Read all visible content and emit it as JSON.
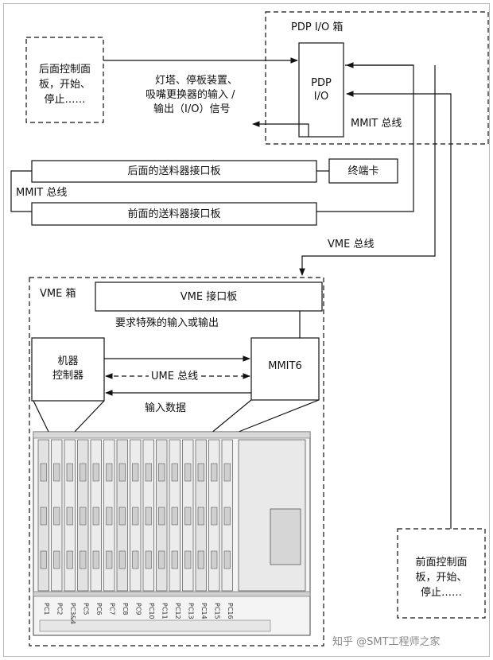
{
  "pdp_box": {
    "title": "PDP I/O 箱"
  },
  "pdp_io": {
    "line1": "PDP",
    "line2": "I/O"
  },
  "rear_panel": {
    "line1": "后面控制面",
    "line2": "板，开始、",
    "line3": "停止……"
  },
  "lamp_signals": {
    "line1": "灯塔、停板装置、",
    "line2": "吸嘴更换器的输入 /",
    "line3": "输出（I/O）信号"
  },
  "mmit_bus_right": "MMIT 总线",
  "rear_feeder": "后面的送料器接口板",
  "terminal_card": "终端卡",
  "mmit_bus_left": "MMIT 总线",
  "front_feeder": "前面的送料器接口板",
  "vme_bus": "VME 总线",
  "vme_box": {
    "title": "VME 箱"
  },
  "vme_interface": "VME 接口板",
  "special_io": "要求特殊的输入或输出",
  "machine_controller": {
    "line1": "机器",
    "line2": "控制器"
  },
  "mmit6": "MMIT6",
  "ume_bus": "UME 总线",
  "input_data": "输入数据",
  "slots": [
    "PC1",
    "PC2",
    "PC3&4",
    "PC5",
    "PC6",
    "PC7",
    "PC8",
    "PC9",
    "PC10",
    "PC11",
    "PC12",
    "PC13",
    "PC14",
    "PC15",
    "PC16"
  ],
  "front_panel": {
    "line1": "前面控制面",
    "line2": "板，开始、",
    "line3": "停止……"
  },
  "watermark": "知乎 @SMT工程师之家"
}
